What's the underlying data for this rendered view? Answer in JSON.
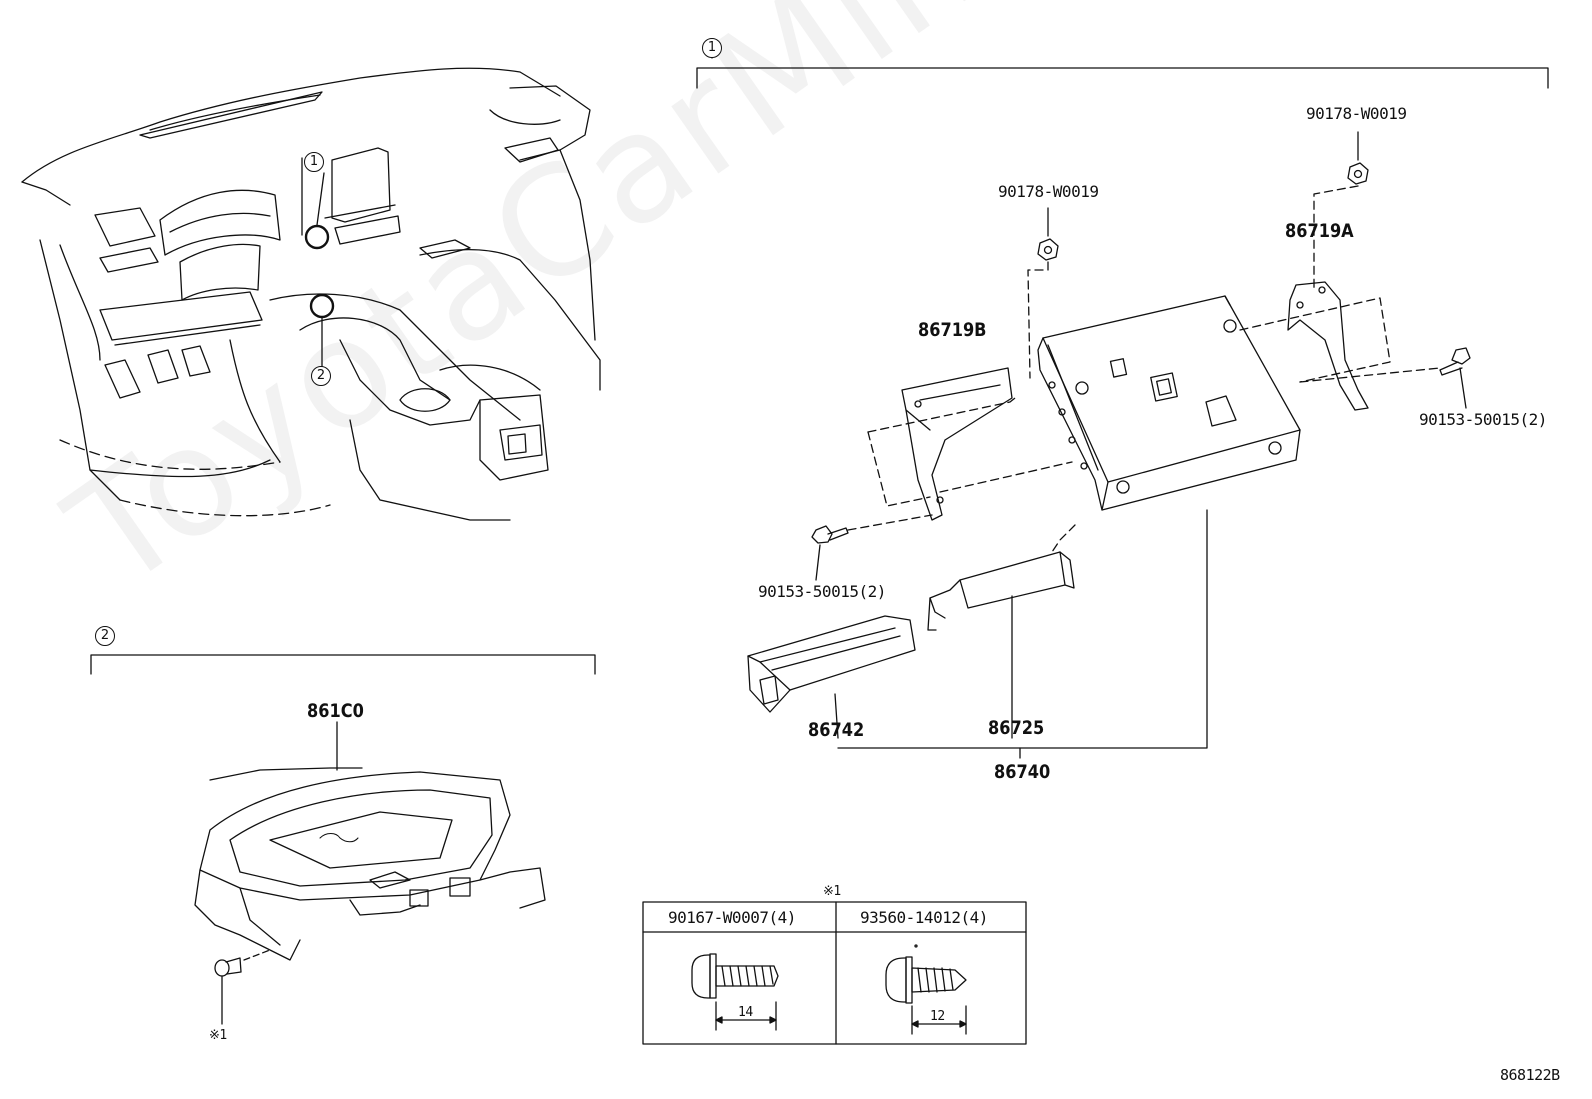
{
  "sections": {
    "one_marker": "1",
    "two_marker": "2"
  },
  "dashboard": {
    "callout_1": "1",
    "callout_2": "2"
  },
  "parts": {
    "p90178_top": "90178-W0019",
    "p90178_mid": "90178-W0019",
    "p86719A": "86719A",
    "p86719B": "86719B",
    "p90153_right": "90153-50015(2)",
    "p90153_left": "90153-50015(2)",
    "p86742": "86742",
    "p86725": "86725",
    "p86740": "86740",
    "p861C0": "861C0",
    "note_mark_bolt": "※1"
  },
  "fastener_table": {
    "title": "※1",
    "columns": [
      {
        "part": "90167-W0007(4)",
        "length": "14"
      },
      {
        "part": "93560-14012(4)",
        "length": "12"
      }
    ]
  },
  "diagram_code": "868122B",
  "watermark": "ToyotaCarMine.ru"
}
